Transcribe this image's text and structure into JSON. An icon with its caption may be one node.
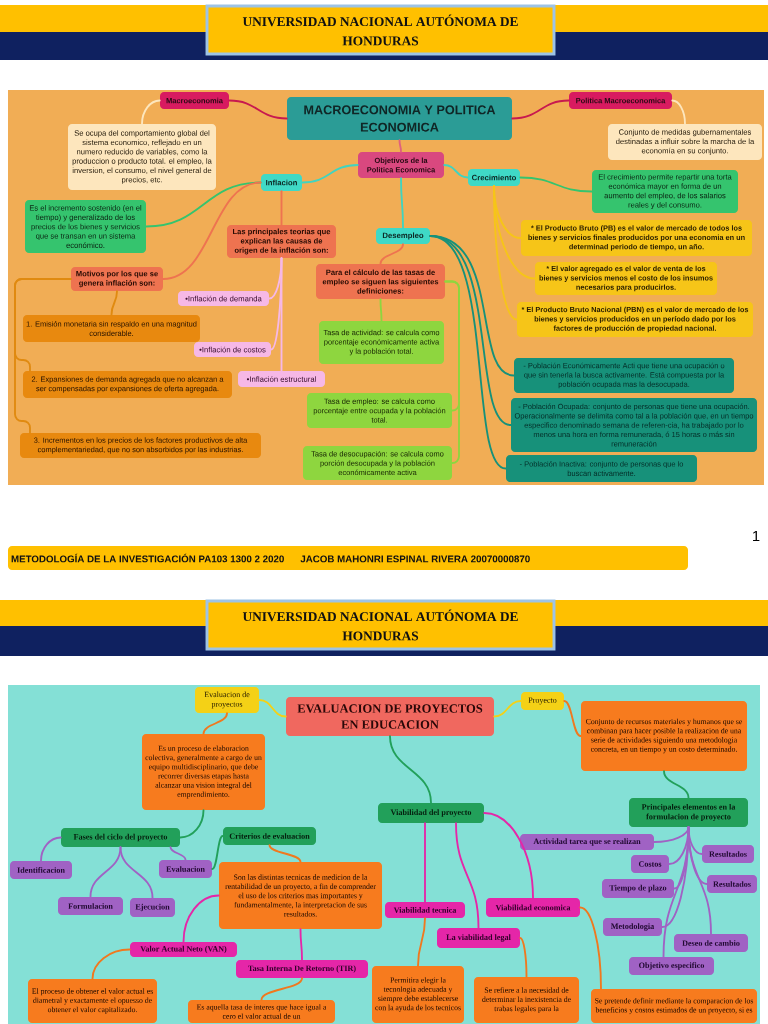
{
  "diagram": {
    "nodes": [
      {
        "text": [
          "UNIVERSIDAD NACIONAL AUTÓNOMA DE HONDURAS"
        ]
      },
      {
        "text": [
          "Macroeconomia"
        ]
      },
      {
        "text": [
          "MACROECONOMIA Y POLITICA ECONOMICA"
        ]
      },
      {
        "text": [
          "Politica Macroeconomica"
        ]
      },
      {
        "text": [
          "Se ocupa del comportamiento global del sistema economico, reflejado en un numero reducido de variables, como la produccion o producto total. el empleo, la inversion, el consumo, el nivel general de precios, etc."
        ]
      },
      {
        "text": [
          "Conjunto de medidas gubernamentales destinadas a influir sobre la marcha de la economía en su conjunto."
        ]
      },
      {
        "text": [
          "Objetivos de la Politica Economica"
        ]
      },
      {
        "text": [
          "Inflacion"
        ]
      },
      {
        "text": [
          "Crecimiento"
        ]
      },
      {
        "text": [
          "El crecimiento permite repartir una torta económica mayor en forma de un aumento del empleo, de los salarios reales y del consumo."
        ]
      },
      {
        "text": [
          "Es el incremento sostenido (en el tiempo) y generalizado de los precios de los bienes y servicios que se transan en un sistema económico."
        ]
      },
      {
        "text": [
          "* El Producto Bruto (PB) es el valor de mercado de todos los bienes y servicios finales producidos por una economia en un determinad periodo de tiempo, un año."
        ]
      },
      {
        "text": [
          "Las principales teorias que explican las causas de origen de la inflación son:"
        ]
      },
      {
        "text": [
          "Desempleo"
        ]
      },
      {
        "text": [
          "* El valor agregado es el valor de venta de los bienes y servicios menos el costo de los insumos necesarios para producirlos."
        ]
      },
      {
        "text": [
          "Para el cálculo de las tasas de empleo se siguen las siguientes definiciones:"
        ]
      },
      {
        "text": [
          "Motivos por los que se genera inflación son:"
        ]
      },
      {
        "text": [
          "•Inflación de demanda"
        ]
      },
      {
        "text": [
          "* El Producto Bruto Nacional (PBN) es el valor de mercado de los bienes y servicios producidos en un período dado por los factores de producción de propiedad nacional."
        ]
      },
      {
        "text": [
          "1. Emisión monetaria sin respaldo en una magnitud considerable."
        ]
      },
      {
        "text": [
          "Tasa de actividad: se calcula como porcentaje económicamente activa y la población total."
        ]
      },
      {
        "text": [
          "•Inflación de costos"
        ]
      },
      {
        "text": [
          "- Población Económicamente Acti que tiene una ocupación o que sin tenerla la busca activamente. Está compuesta por la población ocupada mas la desocupada."
        ]
      },
      {
        "text": [
          "2. Expansiones de demanda agregada que no alcanzan a ser compensadas por expansiones de oferta agregada."
        ]
      },
      {
        "text": [
          "•Inflación estructural"
        ]
      },
      {
        "text": [
          "Tasa de empleo: se calcula como porcentaje entre ocupada y la población total."
        ]
      },
      {
        "text": [
          "- Población Ocupada: conjunto de personas que tiene una ocupación. Operacionalmente se delimita como tal a la población que, en un tiempo especifico denominado semana de referen-cia, ha trabajado por lo menos una hora en forma remunerada, ó 15 horas o más sin remuneración"
        ]
      },
      {
        "text": [
          "3. Incrementos en los precios de los factores productivos de alta complementariedad, que no son absorbidos por las industrias."
        ]
      },
      {
        "text": [
          "Tasa de desocupación: se calcula como porción desocupada y la población económicamente activa"
        ]
      },
      {
        "text": [
          "- Población Inactiva: conjunto de personas que lo buscan activamente."
        ]
      },
      {
        "text": [
          "METODOLOGÍA DE LA INVESTIGACIÓN PA103 1300 2 2020",
          "JACOB MAHONRI ESPINAL RIVERA 20070000870"
        ]
      },
      {
        "text": [
          "UNIVERSIDAD NACIONAL AUTÓNOMA DE HONDURAS"
        ]
      },
      {
        "text": [
          "Evaluacion de proyectos"
        ]
      },
      {
        "text": [
          "EVALUACION DE PROYECTOS EN EDUCACION"
        ]
      },
      {
        "text": [
          "Proyecto"
        ]
      },
      {
        "text": [
          "Conjunto de recursos materiales y humanos que se combinan para hacer posible la realizacion de una serie de actividades siguiendo una metodologia concreta, en un tiempo y un costo determinado."
        ]
      },
      {
        "text": [
          "Es un proceso de elaboracion colectiva, generalmente a cargo de un equipo multidisciplinario, que debe recorrer diversas etapas hasta alcanzar una vision integral del emprendimiento."
        ]
      },
      {
        "text": [
          "Principales elementos en la formulacion de proyecto"
        ]
      },
      {
        "text": [
          "Viabilidad del proyecto"
        ]
      },
      {
        "text": [
          "Criterios de evaluacion"
        ]
      },
      {
        "text": [
          "Fases del ciclo del proyecto"
        ]
      },
      {
        "text": [
          "Actividad tarea que se realizan"
        ]
      },
      {
        "text": [
          "Resultados"
        ]
      },
      {
        "text": [
          "Costos"
        ]
      },
      {
        "text": [
          "Evaluacion"
        ]
      },
      {
        "text": [
          "Identificacion"
        ]
      },
      {
        "text": [
          "Son las distintas tecnicas de medicion de la rentabilidad de un proyecto, a fin de comprender el uso de los criterios mas importantes y fundamentalmente, la interpretacion de sus resultados."
        ]
      },
      {
        "text": [
          "Resultados"
        ]
      },
      {
        "text": [
          "Tiempo de plazo"
        ]
      },
      {
        "text": [
          "Formulacion"
        ]
      },
      {
        "text": [
          "Ejecucion"
        ]
      },
      {
        "text": [
          "Viabilidad economica"
        ]
      },
      {
        "text": [
          "Viabilidad tecnica"
        ]
      },
      {
        "text": [
          "Metodologia"
        ]
      },
      {
        "text": [
          "La viabilidad legal"
        ]
      },
      {
        "text": [
          "Deseo de cambio"
        ]
      },
      {
        "text": [
          "Valor Actual Neto (VAN)"
        ]
      },
      {
        "text": [
          "Objetivo especifico"
        ]
      },
      {
        "text": [
          "Tasa Interna De Retorno (TIR)"
        ]
      },
      {
        "text": [
          "Permitira elegir la tecnologia adecuada y siempre debe establecerse con la ayuda de los tecnicos"
        ]
      },
      {
        "text": [
          "Se refiere a la necesidad de determinar la inexistencia de trabas legales para la"
        ]
      },
      {
        "text": [
          "El proceso de obtener el valor actual es diametral y exactamente el opuesso de obtener el valor capitalizado."
        ]
      },
      {
        "text": [
          "Se pretende definir mediante la comparacion de los beneficios y costos estimados de un proyecto, si es"
        ]
      },
      {
        "text": [
          "Es aquella tasa de interes que hace igual a cero el valor actual de un"
        ]
      }
    ],
    "edges": [
      {
        "from": 2,
        "to": 1,
        "arrow": "none",
        "color": "#c8194f"
      },
      {
        "from": 2,
        "to": 3,
        "arrow": "none",
        "color": "#c8194f"
      },
      {
        "from": 1,
        "to": 4,
        "arrow": "none",
        "color": "#fde6bd"
      },
      {
        "from": 3,
        "to": 5,
        "arrow": "none",
        "color": "#fde6bd"
      },
      {
        "from": 2,
        "to": 6,
        "arrow": "none",
        "color": "#e0607e"
      },
      {
        "from": 6,
        "to": 7,
        "arrow": "none",
        "color": "#40d4c0"
      },
      {
        "from": 6,
        "to": 8,
        "arrow": "none",
        "color": "#40d4c0"
      },
      {
        "from": 6,
        "to": 13,
        "arrow": "none",
        "color": "#40d4c0"
      },
      {
        "from": 7,
        "to": 10,
        "arrow": "none",
        "color": "#35c46e"
      },
      {
        "from": 7,
        "to": 12,
        "arrow": "none",
        "color": "#ee7350"
      },
      {
        "from": 7,
        "to": 16,
        "arrow": "none",
        "color": "#ee7350"
      },
      {
        "from": 12,
        "to": 17,
        "arrow": "none",
        "color": "#f6b8e6"
      },
      {
        "from": 12,
        "to": 21,
        "arrow": "none",
        "color": "#f6b8e6"
      },
      {
        "from": 12,
        "to": 24,
        "arrow": "none",
        "color": "#f6b8e6"
      },
      {
        "from": 16,
        "to": 19,
        "arrow": "none",
        "color": "#e08a10"
      },
      {
        "from": 16,
        "to": 23,
        "arrow": "none",
        "color": "#e08a10"
      },
      {
        "from": 16,
        "to": 27,
        "arrow": "none",
        "color": "#e08a10"
      },
      {
        "from": 8,
        "to": 9,
        "arrow": "none",
        "color": "#35c46e"
      },
      {
        "from": 8,
        "to": 11,
        "arrow": "none",
        "color": "#f6c518"
      },
      {
        "from": 8,
        "to": 14,
        "arrow": "none",
        "color": "#f6c518"
      },
      {
        "from": 8,
        "to": 18,
        "arrow": "none",
        "color": "#f6c518"
      },
      {
        "from": 13,
        "to": 15,
        "arrow": "none",
        "color": "#ee7350"
      },
      {
        "from": 15,
        "to": 20,
        "arrow": "none",
        "color": "#8ed63f"
      },
      {
        "from": 15,
        "to": 25,
        "arrow": "none",
        "color": "#8ed63f"
      },
      {
        "from": 15,
        "to": 28,
        "arrow": "none",
        "color": "#8ed63f"
      },
      {
        "from": 13,
        "to": 22,
        "arrow": "none",
        "color": "#17917a"
      },
      {
        "from": 13,
        "to": 26,
        "arrow": "none",
        "color": "#17917a"
      },
      {
        "from": 13,
        "to": 29,
        "arrow": "none",
        "color": "#17917a"
      },
      {
        "from": 33,
        "to": 32,
        "arrow": "none",
        "color": "#f4d116"
      },
      {
        "from": 33,
        "to": 34,
        "arrow": "none",
        "color": "#f4d116"
      },
      {
        "from": 32,
        "to": 36,
        "arrow": "none",
        "color": "#f0781e"
      },
      {
        "from": 34,
        "to": 35,
        "arrow": "none",
        "color": "#f0781e"
      },
      {
        "from": 36,
        "to": 40,
        "arrow": "none",
        "color": "#22a05a"
      },
      {
        "from": 35,
        "to": 37,
        "arrow": "none",
        "color": "#22a05a"
      },
      {
        "from": 33,
        "to": 38,
        "arrow": "none",
        "color": "#22a05a"
      },
      {
        "from": 40,
        "to": 45,
        "arrow": "none"
      },
      {
        "from": 40,
        "to": 49,
        "arrow": "none"
      },
      {
        "from": 40,
        "to": 50,
        "arrow": "none"
      },
      {
        "from": 40,
        "to": 44,
        "arrow": "none"
      },
      {
        "from": 44,
        "to": 39,
        "arrow": "none",
        "color": "#22a05a"
      },
      {
        "from": 39,
        "to": 46,
        "arrow": "none",
        "color": "#f0781e"
      },
      {
        "from": 46,
        "to": 56,
        "arrow": "none",
        "color": "#e526a8"
      },
      {
        "from": 46,
        "to": 58,
        "arrow": "none",
        "color": "#e526a8"
      },
      {
        "from": 56,
        "to": 61,
        "arrow": "none",
        "color": "#f0781e"
      },
      {
        "from": 58,
        "to": 63,
        "arrow": "none",
        "color": "#f0781e"
      },
      {
        "from": 38,
        "to": 52,
        "arrow": "none",
        "color": "#e526a8"
      },
      {
        "from": 38,
        "to": 54,
        "arrow": "none",
        "color": "#e526a8"
      },
      {
        "from": 38,
        "to": 51,
        "arrow": "none",
        "color": "#e526a8"
      },
      {
        "from": 52,
        "to": 59,
        "arrow": "none",
        "color": "#f0781e"
      },
      {
        "from": 54,
        "to": 60,
        "arrow": "none",
        "color": "#f0781e"
      },
      {
        "from": 51,
        "to": 62,
        "arrow": "none",
        "color": "#f0781e"
      },
      {
        "from": 37,
        "to": 41,
        "arrow": "none"
      },
      {
        "from": 37,
        "to": 42,
        "arrow": "none"
      },
      {
        "from": 37,
        "to": 43,
        "arrow": "none"
      },
      {
        "from": 37,
        "to": 48,
        "arrow": "none"
      },
      {
        "from": 37,
        "to": 47,
        "arrow": "none"
      },
      {
        "from": 37,
        "to": 53,
        "arrow": "none"
      },
      {
        "from": 37,
        "to": 55,
        "arrow": "none"
      },
      {
        "from": 37,
        "to": 57,
        "arrow": "none"
      }
    ],
    "labels": [
      "1"
    ]
  }
}
